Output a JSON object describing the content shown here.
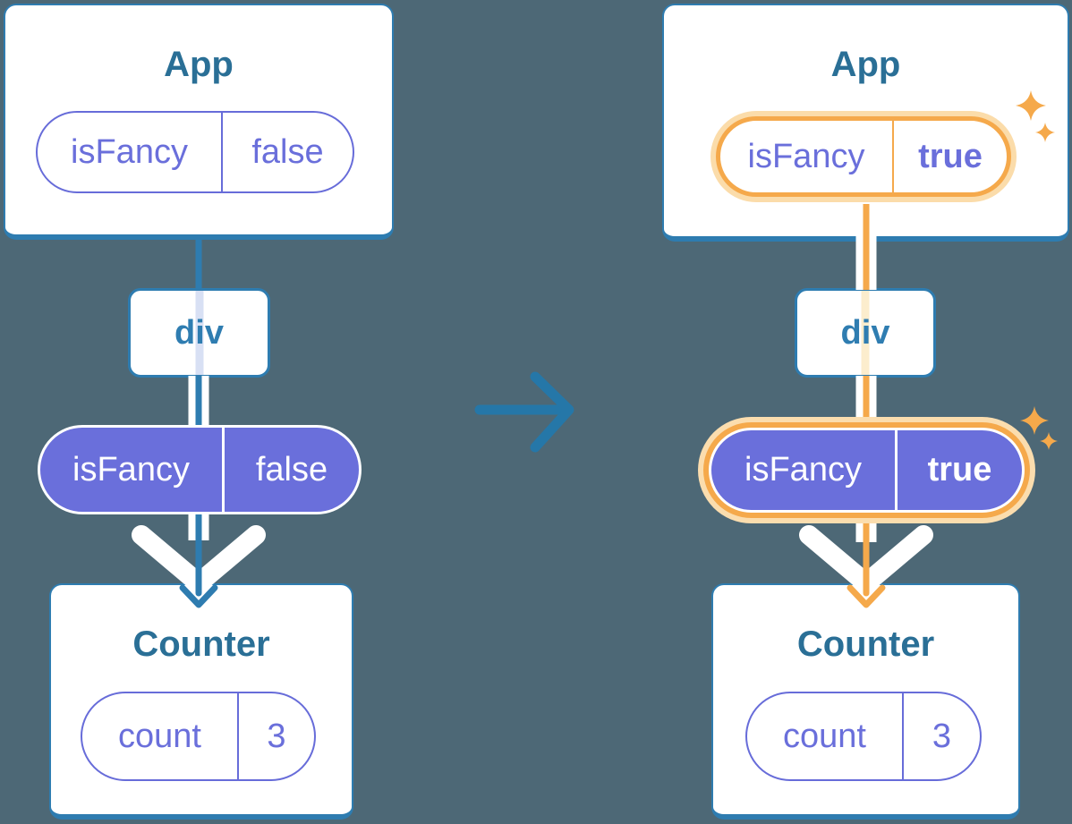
{
  "colors": {
    "background": "#4d6876",
    "card_fill": "#ffffff",
    "card_border_blue": "#2e7cb0",
    "title_text": "#2a6f96",
    "purple": "#6a6fdb",
    "purple_border": "#676cd9",
    "highlight_orange": "#f5a94b",
    "highlight_orange_glow": "#fbdcaa",
    "transition_arrow": "#2577a8",
    "arrow_white": "#ffffff",
    "faded_prop_blue": "#d8e0f4",
    "faded_prop_orange": "#fcedcd"
  },
  "transition": {
    "icon": "right-arrow"
  },
  "before": {
    "app_card": {
      "title": "App",
      "pill": {
        "name": "isFancy",
        "value": "false"
      }
    },
    "div_box": {
      "label": "div"
    },
    "state_pill": {
      "name": "isFancy",
      "value": "false"
    },
    "counter_card": {
      "title": "Counter",
      "pill": {
        "name": "count",
        "value": "3"
      }
    }
  },
  "after": {
    "app_card": {
      "title": "App",
      "pill": {
        "name": "isFancy",
        "value": "true"
      }
    },
    "div_box": {
      "label": "div"
    },
    "state_pill": {
      "name": "isFancy",
      "value": "true"
    },
    "counter_card": {
      "title": "Counter",
      "pill": {
        "name": "count",
        "value": "3"
      }
    }
  }
}
